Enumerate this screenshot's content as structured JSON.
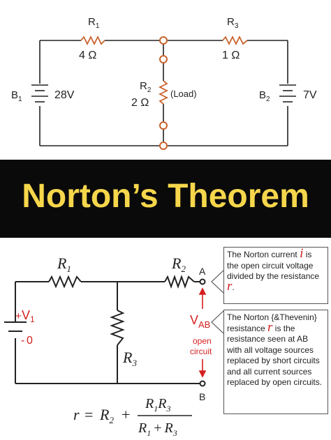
{
  "top_circuit": {
    "r1_label": "R",
    "r1_sub": "1",
    "r1_value": "4 Ω",
    "r3_label": "R",
    "r3_sub": "3",
    "r3_value": "1 Ω",
    "r2_label": "R",
    "r2_sub": "2",
    "r2_value": "2 Ω",
    "load_label": "(Load)",
    "b1_label": "B",
    "b1_sub": "1",
    "b1_value": "28V",
    "b2_label": "B",
    "b2_sub": "2",
    "b2_value": "7V"
  },
  "banner": {
    "title": "Norton’s Theorem"
  },
  "bottom_circuit": {
    "r1": "R",
    "r1_sub": "1",
    "r2": "R",
    "r2_sub": "2",
    "r3": "R",
    "r3_sub": "3",
    "source_v": "V",
    "source_sub": "1",
    "plus": "+",
    "minus": "-",
    "zero": "0",
    "node_a": "A",
    "node_b": "B",
    "vab": "V",
    "vab_sub": "AB",
    "open_line1": "open",
    "open_line2": "circuit",
    "formula": {
      "r": "r",
      "eq": "=",
      "r2": "R",
      "r2_sub": "2",
      "plus": "+",
      "num_r1": "R",
      "num_r1_sub": "1",
      "num_r3": "R",
      "num_r3_sub": "3",
      "den_r1": "R",
      "den_r1_sub": "1",
      "den_plus": "+",
      "den_r3": "R",
      "den_r3_sub": "3"
    }
  },
  "note_current": {
    "pre": "The Norton current",
    "symbol": "i",
    "post": "is the open circuit voltage divided by the resistance",
    "symbol2": "r",
    "end": "."
  },
  "note_resistance": {
    "pre": "The Norton {&Thevenin} resistance",
    "symbol": "r",
    "post": "is the resistance seen at AB with all voltage sources replaced by short circuits and all current sources replaced by open circuits."
  },
  "colors": {
    "banner_bg": "#0a0a0a",
    "banner_text": "#f6d64b",
    "resistor_top": "#c9622c",
    "node_ring": "#c9622c",
    "accent_red": "#d61f1f",
    "wire": "#222222"
  }
}
